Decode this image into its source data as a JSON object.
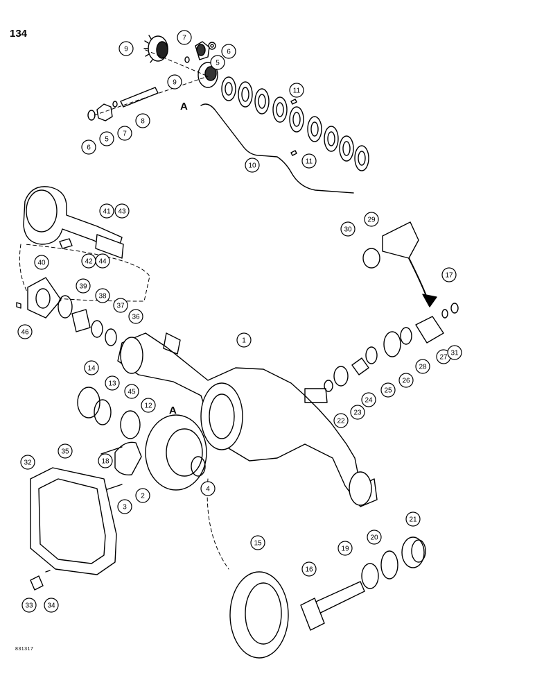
{
  "page_number": "134",
  "figure_code": "831317",
  "section_labels": [
    "A",
    "A"
  ],
  "callouts": [
    "9",
    "7",
    "6",
    "5",
    "9",
    "11",
    "6",
    "5",
    "7",
    "8",
    "10",
    "11",
    "41",
    "43",
    "42",
    "44",
    "30",
    "29",
    "40",
    "39",
    "38",
    "37",
    "36",
    "17",
    "46",
    "1",
    "28",
    "27",
    "26",
    "25",
    "24",
    "31",
    "23",
    "22",
    "14",
    "13",
    "45",
    "12",
    "18",
    "4",
    "2",
    "3",
    "35",
    "32",
    "15",
    "21",
    "20",
    "19",
    "16",
    "33",
    "34"
  ]
}
